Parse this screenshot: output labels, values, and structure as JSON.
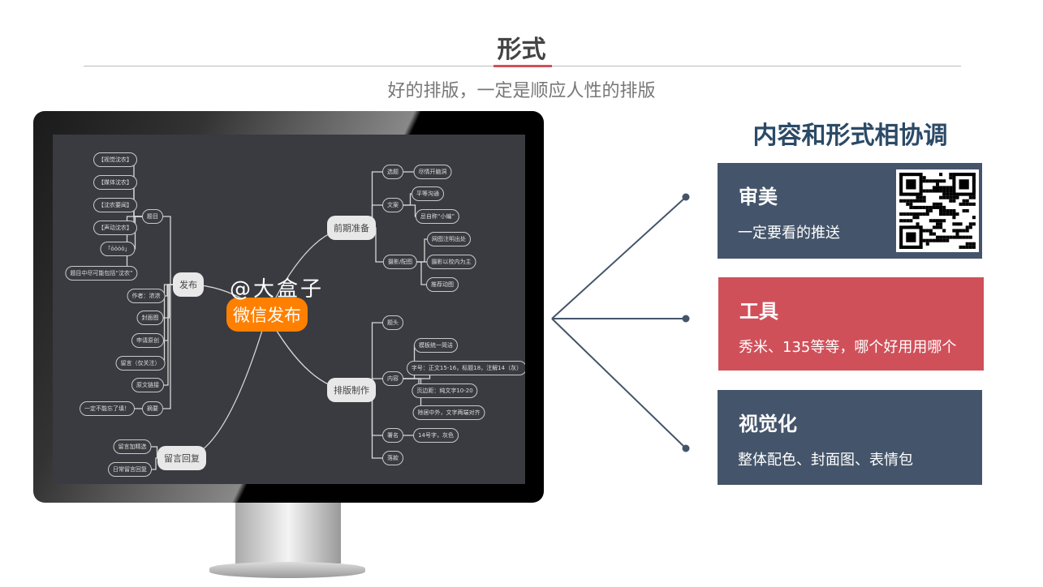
{
  "slide": {
    "title": "形式",
    "subtitle": "好的排版，一定是顺应人性的排版"
  },
  "mindmap": {
    "watermark": "@大盒子",
    "nodes": [
      "微信发布",
      "发布",
      "题目",
      "【视觉沈农】",
      "【媒体沈农】",
      "【沈农要闻】",
      "【声动沈农】",
      "「ὁὁὁὁ」",
      "题目中尽可能包括“沈农”",
      "作者：浓浓",
      "封面图",
      "申请原创",
      "留言（仅关注）",
      "原文链接",
      "摘要",
      "一定不能忘了填！",
      "留言回复",
      "留言加精选",
      "日常留言回复",
      "前期准备",
      "选题",
      "尽情开脑洞",
      "文案",
      "平等沟通",
      "忌自称“小编”",
      "摄影/配图",
      "网图注明出处",
      "摄影以校内为主",
      "推荐动图",
      "排版制作",
      "题头",
      "内容",
      "模板统一简洁",
      "字号：正文15-16，标题18，注解14（灰）",
      "页边距：纯文字10-20",
      "除居中外，文字两端对齐",
      "署名",
      "14号字，灰色",
      "落款"
    ]
  },
  "right": {
    "title": "内容和形式相协调",
    "cards": [
      {
        "heading": "审美",
        "text": "一定要看的推送",
        "color": "#44546a"
      },
      {
        "heading": "工具",
        "text": "秀米、135等等，哪个好用用哪个",
        "color": "#d0505a"
      },
      {
        "heading": "视觉化",
        "text": "整体配色、封面图、表情包",
        "color": "#44546a"
      }
    ]
  }
}
